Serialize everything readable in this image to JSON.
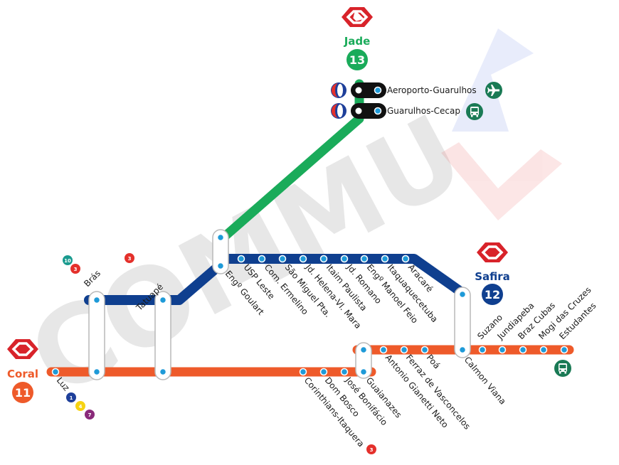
{
  "lines": {
    "jade": {
      "name": "Jade",
      "number": "13",
      "color": "#1aab5a"
    },
    "safira": {
      "name": "Safira",
      "number": "12",
      "color": "#0f3f8f"
    },
    "coral": {
      "name": "Coral",
      "number": "11",
      "color": "#ee5a2a"
    }
  },
  "watermark": "COMMU",
  "colors": {
    "cptm_red": "#d8232a",
    "metro_blue": "#1e3f9a",
    "metro_red": "#e4302b",
    "metro_yellow": "#f6d313",
    "metro_purple": "#8a2a7a",
    "metro_teal": "#1a9b8f",
    "icon_green": "#1a7a55"
  },
  "stations": {
    "jade": [
      "Aeroporto-Guarulhos",
      "Guarulhos-Cecap"
    ],
    "safira": [
      "Brás",
      "Tatuapé",
      "Engº Goulart",
      "USP Leste",
      "Com. Ermelino",
      "São Miguel Pta.",
      "Jd. Helena-Vl. Mara",
      "Itaim Paulista",
      "Jd. Romano",
      "Engº Manoel Feio",
      "Itaquaquecetuba",
      "Aracaré",
      "Calmon Viana"
    ],
    "coral": [
      "Luz",
      "Corinthians-Itaquera",
      "Dom Bosco",
      "José Bonifácio",
      "Guaianazes",
      "Antonio Gianetti Neto",
      "Ferraz de Vasconcelos",
      "Poá",
      "Suzano",
      "Jundiapeba",
      "Braz Cubas",
      "Mogi das Cruzes",
      "Estudantes"
    ]
  },
  "connections": {
    "bras": [
      "10",
      "3"
    ],
    "tatuape": [
      "3"
    ],
    "luz": [
      "1",
      "4",
      "7"
    ],
    "corinthians": [
      "3"
    ]
  },
  "icons": {
    "airport": "airplane-icon",
    "bus_cecap": "bus-icon",
    "bus_estudantes": "bus-icon",
    "metro_guarulhos": "metro-logo-icon"
  }
}
